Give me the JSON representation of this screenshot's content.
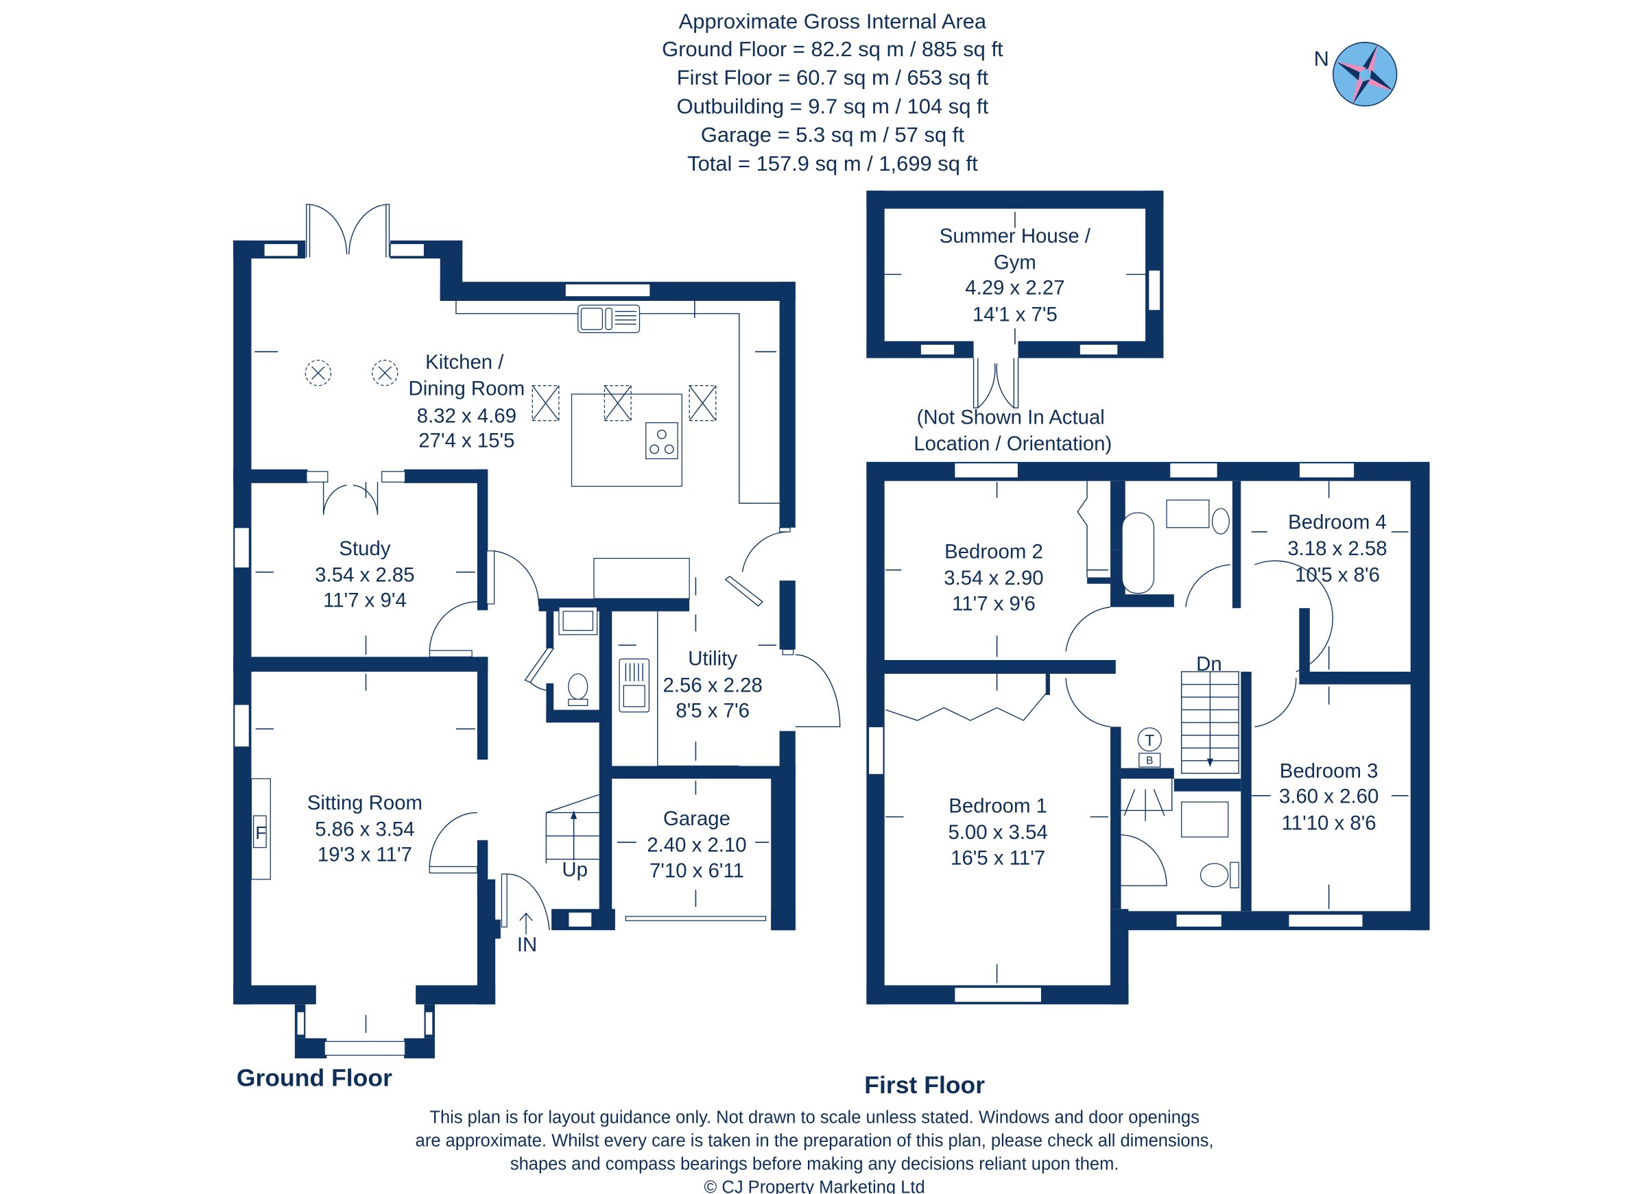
{
  "area_summary": {
    "title": "Approximate Gross Internal Area",
    "ground_floor": "Ground Floor = 82.2 sq m / 885 sq ft",
    "first_floor": "First Floor = 60.7 sq m / 653 sq ft",
    "outbuilding": "Outbuilding = 9.7 sq m / 104 sq ft",
    "garage": "Garage = 5.3 sq m / 57 sq ft",
    "total": "Total = 157.9 sq m / 1,699 sq ft"
  },
  "compass": {
    "label": "N",
    "icon": "compass-rose-icon",
    "colors": {
      "circle": "#72b8e8",
      "star_dark": "#0d3462",
      "star_light": "#f08cbc"
    }
  },
  "colors": {
    "wall": "#0d3462",
    "text": "#0d2f5a",
    "background": "#ffffff"
  },
  "ground_floor": {
    "title": "Ground Floor",
    "rooms": {
      "kitchen": {
        "name1": "Kitchen /",
        "name2": "Dining Room",
        "metric": "8.32 x 4.69",
        "imperial": "27'4 x 15'5"
      },
      "study": {
        "name": "Study",
        "metric": "3.54 x 2.85",
        "imperial": "11'7 x 9'4"
      },
      "utility": {
        "name": "Utility",
        "metric": "2.56 x 2.28",
        "imperial": "8'5 x 7'6"
      },
      "sitting": {
        "name": "Sitting Room",
        "metric": "5.86 x 3.54",
        "imperial": "19'3 x 11'7"
      },
      "garage": {
        "name": "Garage",
        "metric": "2.40 x 2.10",
        "imperial": "7'10 x 6'11"
      }
    },
    "labels": {
      "stairs": "Up",
      "entrance": "IN",
      "fireplace": "F"
    }
  },
  "outbuilding": {
    "name1": "Summer House /",
    "name2": "Gym",
    "metric": "4.29 x 2.27",
    "imperial": "14'1 x 7'5",
    "note1": "(Not Shown In Actual",
    "note2": "Location / Orientation)"
  },
  "first_floor": {
    "title": "First Floor",
    "rooms": {
      "bedroom1": {
        "name": "Bedroom 1",
        "metric": "5.00 x 3.54",
        "imperial": "16'5 x 11'7"
      },
      "bedroom2": {
        "name": "Bedroom 2",
        "metric": "3.54 x 2.90",
        "imperial": "11'7 x 9'6"
      },
      "bedroom3": {
        "name": "Bedroom 3",
        "metric": "3.60 x 2.60",
        "imperial": "11'10 x 8'6"
      },
      "bedroom4": {
        "name": "Bedroom 4",
        "metric": "3.18 x 2.58",
        "imperial": "10'5 x 8'6"
      }
    },
    "labels": {
      "stairs": "Dn",
      "tank": "T",
      "boiler": "B"
    }
  },
  "disclaimer": {
    "line1": "This plan is for layout guidance only. Not drawn to scale unless stated. Windows and door openings",
    "line2": "are approximate. Whilst every care is taken in the preparation of this plan, please check all dimensions,",
    "line3": "shapes and compass bearings before making any decisions reliant upon them.",
    "copyright": "© CJ Property Marketing Ltd"
  }
}
